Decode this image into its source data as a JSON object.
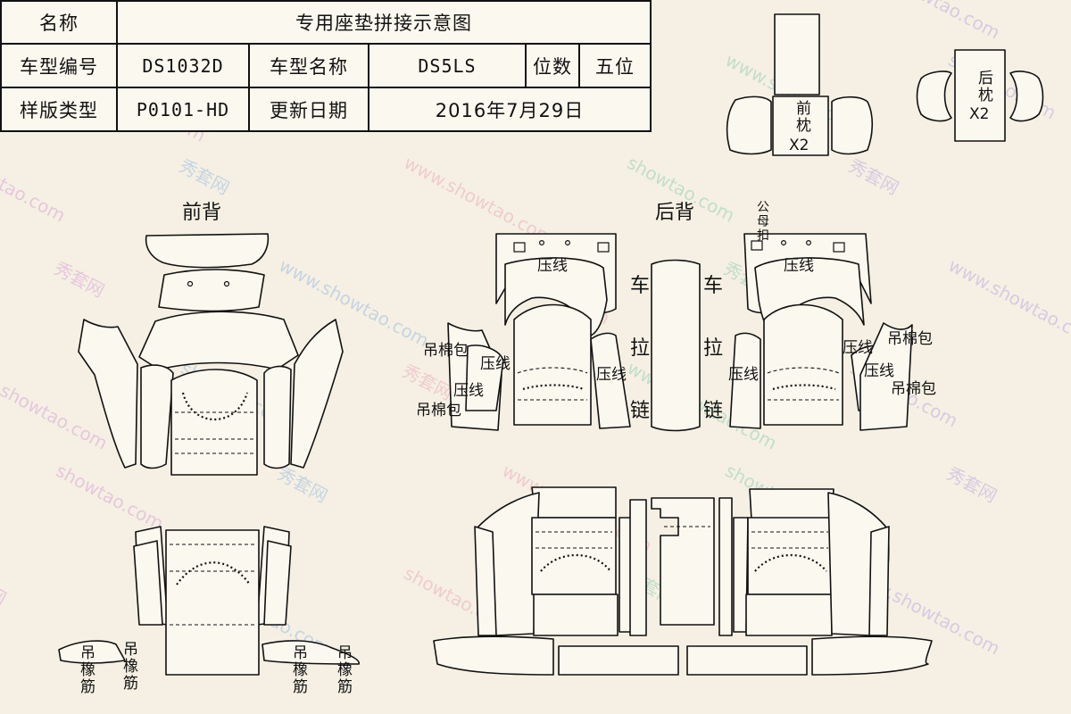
{
  "table": {
    "r1": {
      "label": "名称",
      "value": "专用座垫拼接示意图"
    },
    "r2": {
      "model_no_label": "车型编号",
      "model_no": "DS1032D",
      "model_name_label": "车型名称",
      "model_name": "DS5LS",
      "seats_label": "位数",
      "seats": "五位"
    },
    "r3": {
      "pattern_label": "样版类型",
      "pattern": "P0101-HD",
      "date_label": "更新日期",
      "date": "2016年7月29日"
    }
  },
  "headrests": {
    "front": {
      "name": "前枕",
      "qty": "X2"
    },
    "rear": {
      "name": "后枕",
      "qty": "X2"
    }
  },
  "sections": {
    "front_back": "前背",
    "rear_back": "后背"
  },
  "labels": {
    "stitch": "压线",
    "cotton_hanger": "吊棉包",
    "zipper_car": "车",
    "zipper_pull": "拉",
    "zipper_chain": "链",
    "snap": "公母扣",
    "rubber_band": "吊橡筋"
  },
  "watermark": {
    "site": "www.showtao.com",
    "brand": "秀套网",
    "domain": "showtao.com"
  },
  "colors": {
    "background": "#f5f0e3",
    "piece_fill": "#fbf8ef",
    "line": "#111111"
  }
}
